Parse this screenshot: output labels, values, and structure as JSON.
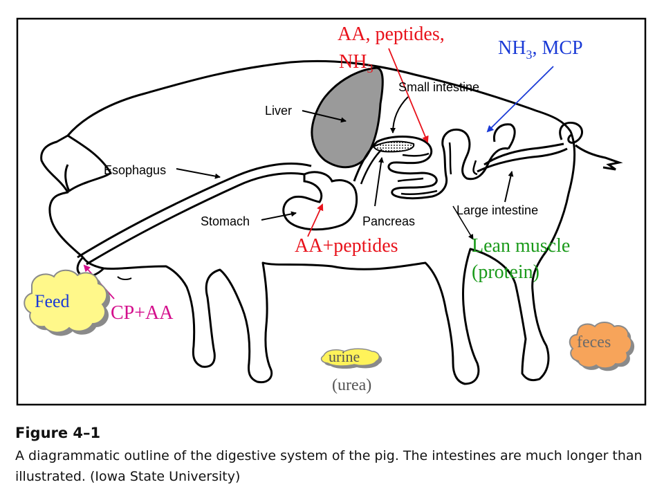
{
  "colors": {
    "red": "#e8121b",
    "blue": "#1a3ad6",
    "green": "#1a9a1a",
    "magenta": "#d40e8c",
    "grey": "#555555",
    "feed_fill": "#fff88a",
    "feces_fill": "#f7a45a",
    "urine_fill": "#fff35a",
    "liver_fill": "#9a9a9a"
  },
  "anatomy_labels": {
    "liver": "Liver",
    "small_intestine": "Small intestine",
    "esophagus": "Esophagus",
    "stomach": "Stomach",
    "pancreas": "Pancreas",
    "large_intestine": "Large intestine"
  },
  "annotations": {
    "aa_peptides_nh3_line1": "AA, peptides,",
    "aa_peptides_nh3_line2": "NH",
    "aa_peptides_nh3_sub": "3",
    "nh3_mcp_a": "NH",
    "nh3_mcp_sub": "3",
    "nh3_mcp_b": ", MCP",
    "aa_peptides": "AA+peptides",
    "lean_muscle_line1": "Lean muscle",
    "lean_muscle_line2": "(protein)",
    "cp_aa": "CP+AA",
    "feed": "Feed",
    "feces": "feces",
    "urine": "urine",
    "urea": "(urea)"
  },
  "caption": {
    "title": "Figure 4–1",
    "text": "A diagrammatic outline of the digestive system of the pig. The intestines are much longer than illustrated. (Iowa State University)"
  }
}
